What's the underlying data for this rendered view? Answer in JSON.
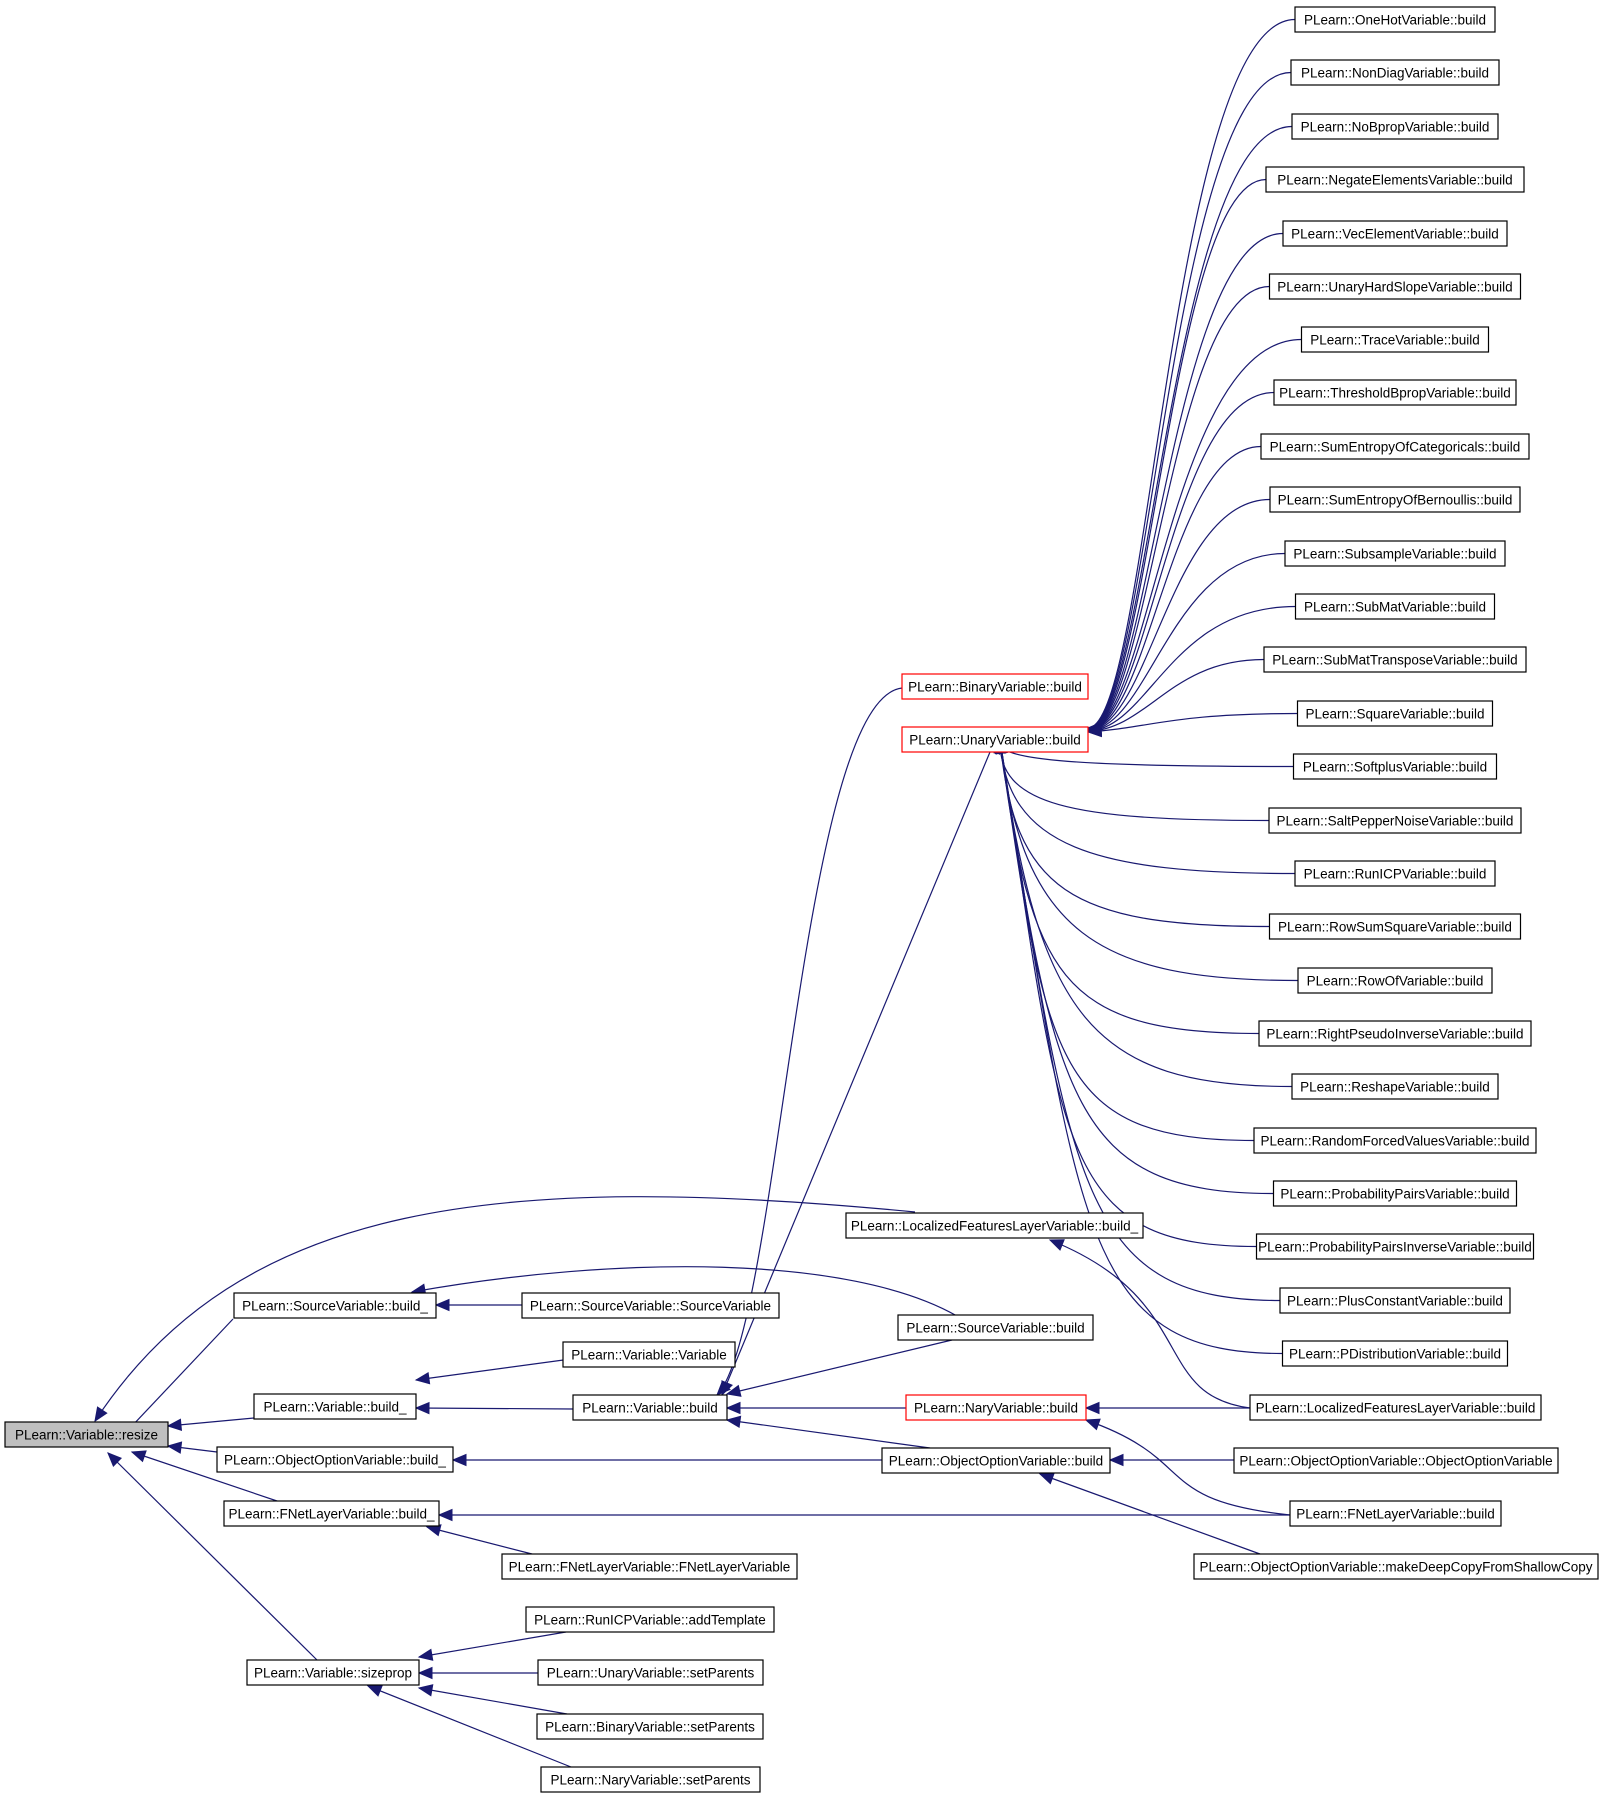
{
  "colors": {
    "edge": "#191970",
    "node_border": "#000000",
    "highlight_border": "#ff0000",
    "root_fill": "#bfbfbf"
  },
  "nodes": {
    "resize": {
      "label": "PLearn::Variable::resize"
    },
    "src_build_": {
      "label": "PLearn::SourceVariable::build_"
    },
    "var_build_": {
      "label": "PLearn::Variable::build_"
    },
    "oov_build_": {
      "label": "PLearn::ObjectOptionVariable::build_"
    },
    "fnet_build_": {
      "label": "PLearn::FNetLayerVariable::build_"
    },
    "sizeprop": {
      "label": "PLearn::Variable::sizeprop"
    },
    "src_ctor": {
      "label": "PLearn::SourceVariable::SourceVariable"
    },
    "var_ctor": {
      "label": "PLearn::Variable::Variable"
    },
    "var_build": {
      "label": "PLearn::Variable::build"
    },
    "fnet_ctor": {
      "label": "PLearn::FNetLayerVariable::FNetLayerVariable"
    },
    "runicp_add": {
      "label": "PLearn::RunICPVariable::addTemplate"
    },
    "unary_setp": {
      "label": "PLearn::UnaryVariable::setParents"
    },
    "binary_setp": {
      "label": "PLearn::BinaryVariable::setParents"
    },
    "nary_setp": {
      "label": "PLearn::NaryVariable::setParents"
    },
    "binary_build": {
      "label": "PLearn::BinaryVariable::build"
    },
    "unary_build": {
      "label": "PLearn::UnaryVariable::build"
    },
    "lfl_build_": {
      "label": "PLearn::LocalizedFeaturesLayerVariable::build_"
    },
    "src_build": {
      "label": "PLearn::SourceVariable::build"
    },
    "nary_build": {
      "label": "PLearn::NaryVariable::build"
    },
    "oov_build": {
      "label": "PLearn::ObjectOptionVariable::build"
    },
    "lfl_build": {
      "label": "PLearn::LocalizedFeaturesLayerVariable::build"
    },
    "oov_ctor": {
      "label": "PLearn::ObjectOptionVariable::ObjectOptionVariable"
    },
    "fnet_build": {
      "label": "PLearn::FNetLayerVariable::build"
    },
    "oov_deep": {
      "label": "PLearn::ObjectOptionVariable::makeDeepCopyFromShallowCopy"
    },
    "u00": {
      "label": "PLearn::OneHotVariable::build"
    },
    "u01": {
      "label": "PLearn::NonDiagVariable::build"
    },
    "u02": {
      "label": "PLearn::NoBpropVariable::build"
    },
    "u03": {
      "label": "PLearn::NegateElementsVariable::build"
    },
    "u04": {
      "label": "PLearn::VecElementVariable::build"
    },
    "u05": {
      "label": "PLearn::UnaryHardSlopeVariable::build"
    },
    "u06": {
      "label": "PLearn::TraceVariable::build"
    },
    "u07": {
      "label": "PLearn::ThresholdBpropVariable::build"
    },
    "u08": {
      "label": "PLearn::SumEntropyOfCategoricals::build"
    },
    "u09": {
      "label": "PLearn::SumEntropyOfBernoullis::build"
    },
    "u10": {
      "label": "PLearn::SubsampleVariable::build"
    },
    "u11": {
      "label": "PLearn::SubMatVariable::build"
    },
    "u12": {
      "label": "PLearn::SubMatTransposeVariable::build"
    },
    "u13": {
      "label": "PLearn::SquareVariable::build"
    },
    "u14": {
      "label": "PLearn::SoftplusVariable::build"
    },
    "u15": {
      "label": "PLearn::SaltPepperNoiseVariable::build"
    },
    "u16": {
      "label": "PLearn::RunICPVariable::build"
    },
    "u17": {
      "label": "PLearn::RowSumSquareVariable::build"
    },
    "u18": {
      "label": "PLearn::RowOfVariable::build"
    },
    "u19": {
      "label": "PLearn::RightPseudoInverseVariable::build"
    },
    "u20": {
      "label": "PLearn::ReshapeVariable::build"
    },
    "u21": {
      "label": "PLearn::RandomForcedValuesVariable::build"
    },
    "u22": {
      "label": "PLearn::ProbabilityPairsVariable::build"
    },
    "u23": {
      "label": "PLearn::ProbabilityPairsInverseVariable::build"
    },
    "u24": {
      "label": "PLearn::PlusConstantVariable::build"
    },
    "u25": {
      "label": "PLearn::PDistributionVariable::build"
    }
  }
}
